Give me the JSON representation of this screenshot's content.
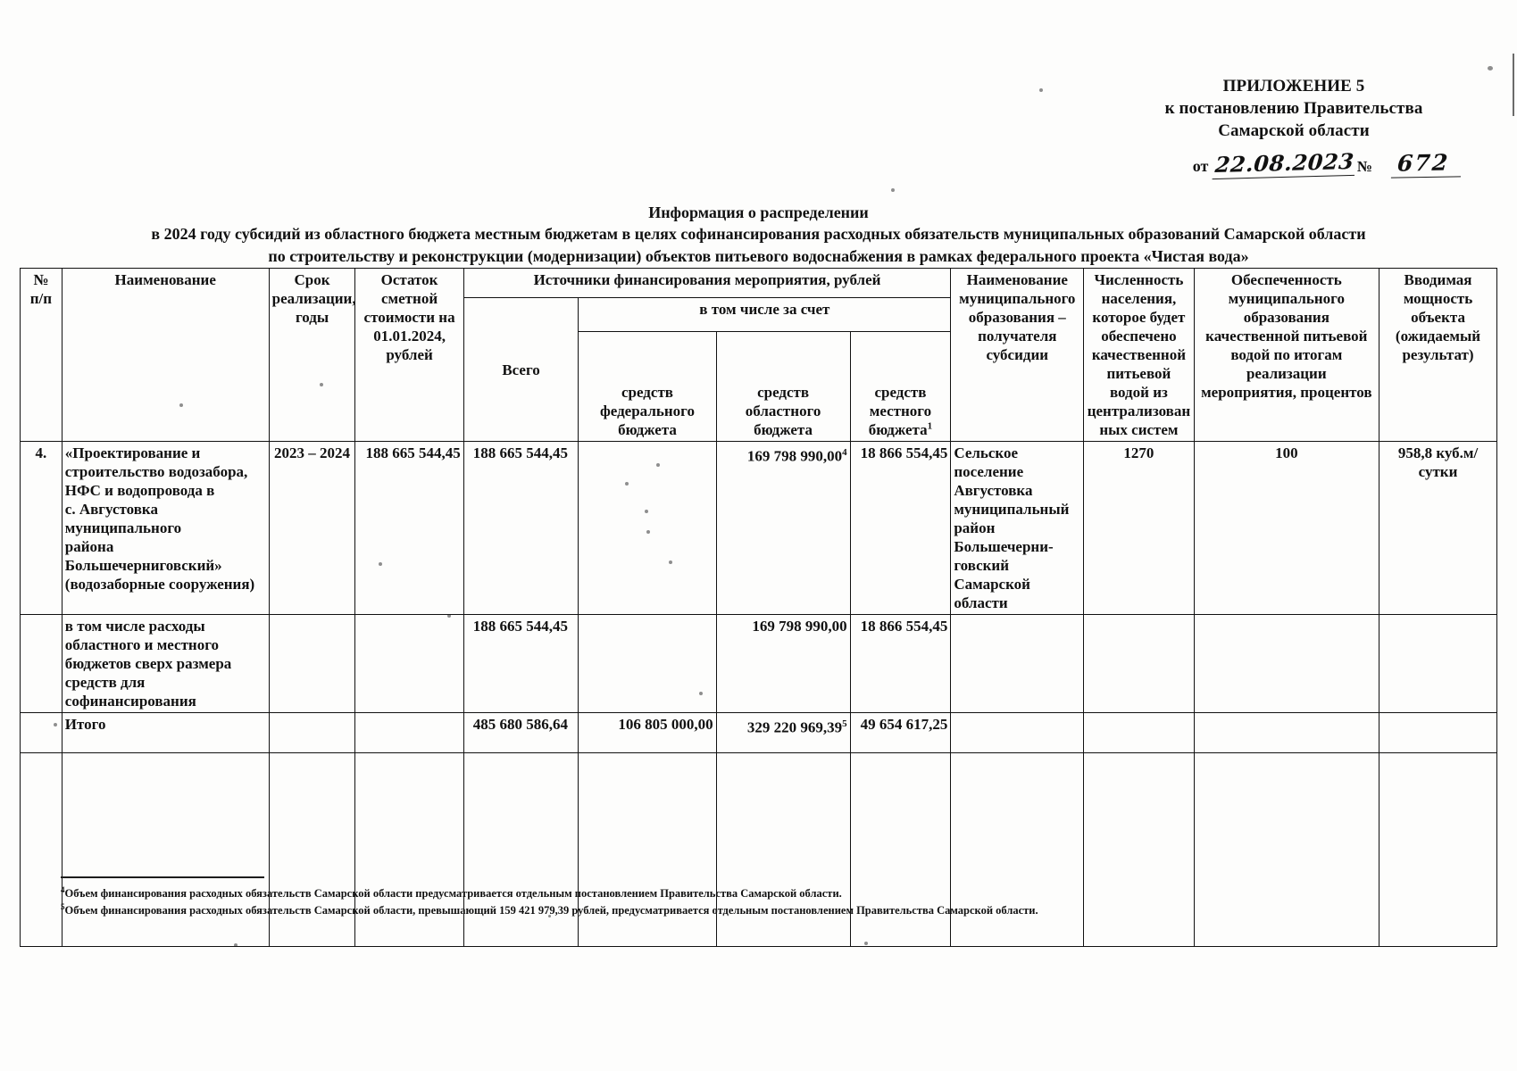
{
  "header": {
    "appendix": "ПРИЛОЖЕНИЕ 5",
    "line2": "к постановлению Правительства",
    "line3": "Самарской области",
    "date_prefix": "от",
    "date_handwritten": "22.08.2023",
    "number_symbol": "№",
    "number_handwritten": "672"
  },
  "title": {
    "line1": "Информация о распределении",
    "line2": "в 2024 году субсидий из областного бюджета местным бюджетам в целях софинансирования расходных обязательств муниципальных образований Самарской области",
    "line3": "по строительству и реконструкции (модернизации) объектов питьевого водоснабжения в рамках федерального проекта «Чистая вода»"
  },
  "table": {
    "headers": {
      "num": "№\nп/п",
      "num_l1": "№",
      "num_l2": "п/п",
      "name": "Наименование",
      "term_l1": "Срок",
      "term_l2": "реализации,",
      "term_l3": "годы",
      "estimate_l1": "Остаток",
      "estimate_l2": "сметной",
      "estimate_l3": "стоимости на",
      "estimate_l4": "01.01.2024,",
      "estimate_l5": "рублей",
      "sources_group": "Источники финансирования мероприятия, рублей",
      "including": "в том числе за счет",
      "total": "Всего",
      "federal_l1": "средств",
      "federal_l2": "федерального",
      "federal_l3": "бюджета",
      "regional_l1": "средств",
      "regional_l2": "областного",
      "regional_l3": "бюджета",
      "local_l1": "средств",
      "local_l2": "местного",
      "local_l3": "бюджета",
      "local_sup": "1",
      "municipality_l1": "Наименование",
      "municipality_l2": "муниципального",
      "municipality_l3": "образования –",
      "municipality_l4": "получателя",
      "municipality_l5": "субсидии",
      "population_l1": "Численность",
      "population_l2": "населения,",
      "population_l3": "которое будет",
      "population_l4": "обеспечено",
      "population_l5": "качественной",
      "population_l6": "питьевой",
      "population_l7": "водой из",
      "population_l8": "централизован",
      "population_l9": "ных систем",
      "provision_l1": "Обеспеченность",
      "provision_l2": "муниципального",
      "provision_l3": "образования",
      "provision_l4": "качественной питьевой",
      "provision_l5": "водой по итогам",
      "provision_l6": "реализации",
      "provision_l7": "мероприятия, процентов",
      "capacity_l1": "Вводимая",
      "capacity_l2": "мощность",
      "capacity_l3": "объекта",
      "capacity_l4": "(ожидаемый",
      "capacity_l5": "результат)"
    },
    "rows": [
      {
        "num": "4.",
        "name_lines": [
          "«Проектирование и",
          "строительство водозабора,",
          "НФС и водопровода в",
          "с. Августовка муниципального",
          "района Большечерниговский»",
          "(водозаборные сооружения)"
        ],
        "term": "2023 – 2024",
        "estimate": "188 665 544,45",
        "total": "188 665 544,45",
        "federal": "",
        "regional": "169 798 990,00",
        "regional_sup": "4",
        "local": "18 866 554,45",
        "municipality_lines": [
          "Сельское",
          "поселение",
          "Августовка",
          "муниципальный",
          "район",
          "Большечерни-",
          "говский Самарской",
          "области"
        ],
        "population": "1270",
        "provision": "100",
        "capacity_lines": [
          "958,8 куб.м/",
          "сутки"
        ]
      },
      {
        "num": "",
        "name_lines": [
          "в том числе расходы",
          "областного и местного",
          "бюджетов сверх размера",
          "средств для софинансирования"
        ],
        "term": "",
        "estimate": "",
        "total": "188 665 544,45",
        "federal": "",
        "regional": "169 798 990,00",
        "regional_sup": "",
        "local": "18 866 554,45",
        "municipality_lines": [],
        "population": "",
        "provision": "",
        "capacity_lines": []
      },
      {
        "num": "",
        "name_lines": [
          "Итого"
        ],
        "term": "",
        "estimate": "",
        "total": "485 680 586,64",
        "federal": "106 805 000,00",
        "regional": "329 220 969,39",
        "regional_sup": "5",
        "local": "49 654 617,25",
        "municipality_lines": [],
        "population": "",
        "provision": "",
        "capacity_lines": []
      }
    ]
  },
  "footnotes": [
    {
      "marker": "4",
      "text": "Объем финансирования расходных обязательств Самарской области предусматривается отдельным постановлением Правительства Самарской области."
    },
    {
      "marker": "5",
      "text": "Объем финансирования расходных обязательств Самарской области, превышающий  159 421 979,39 рублей, предусматривается отдельным постановлением Правительства Самарской области."
    }
  ]
}
